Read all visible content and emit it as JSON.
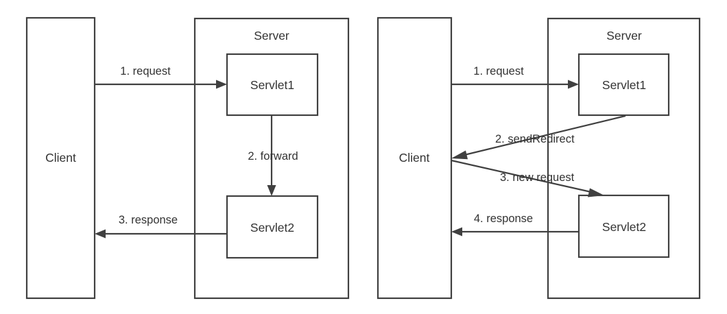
{
  "diagram": {
    "title": "Servlet forward vs sendRedirect comparison",
    "colors": {
      "stroke": "#404040",
      "text": "#333333",
      "background": "#ffffff"
    },
    "panels": [
      {
        "id": "forward",
        "client": {
          "label": "Client"
        },
        "server": {
          "label": "Server"
        },
        "servlets": [
          {
            "label": "Servlet1"
          },
          {
            "label": "Servlet2"
          }
        ],
        "arrows": [
          {
            "label": "1. request",
            "from": "client",
            "to": "servlet1",
            "direction": "right"
          },
          {
            "label": "2. forward",
            "from": "servlet1",
            "to": "servlet2",
            "direction": "down"
          },
          {
            "label": "3. response",
            "from": "servlet2",
            "to": "client",
            "direction": "left"
          }
        ]
      },
      {
        "id": "sendRedirect",
        "client": {
          "label": "Client"
        },
        "server": {
          "label": "Server"
        },
        "servlets": [
          {
            "label": "Servlet1"
          },
          {
            "label": "Servlet2"
          }
        ],
        "arrows": [
          {
            "label": "1. request",
            "from": "client",
            "to": "servlet1",
            "direction": "right"
          },
          {
            "label": "2. sendRedirect",
            "from": "servlet1",
            "to": "client",
            "direction": "diagonal-left"
          },
          {
            "label": "3. new request",
            "from": "client",
            "to": "servlet2",
            "direction": "diagonal-right"
          },
          {
            "label": "4. response",
            "from": "servlet2",
            "to": "client",
            "direction": "left"
          }
        ]
      }
    ]
  }
}
